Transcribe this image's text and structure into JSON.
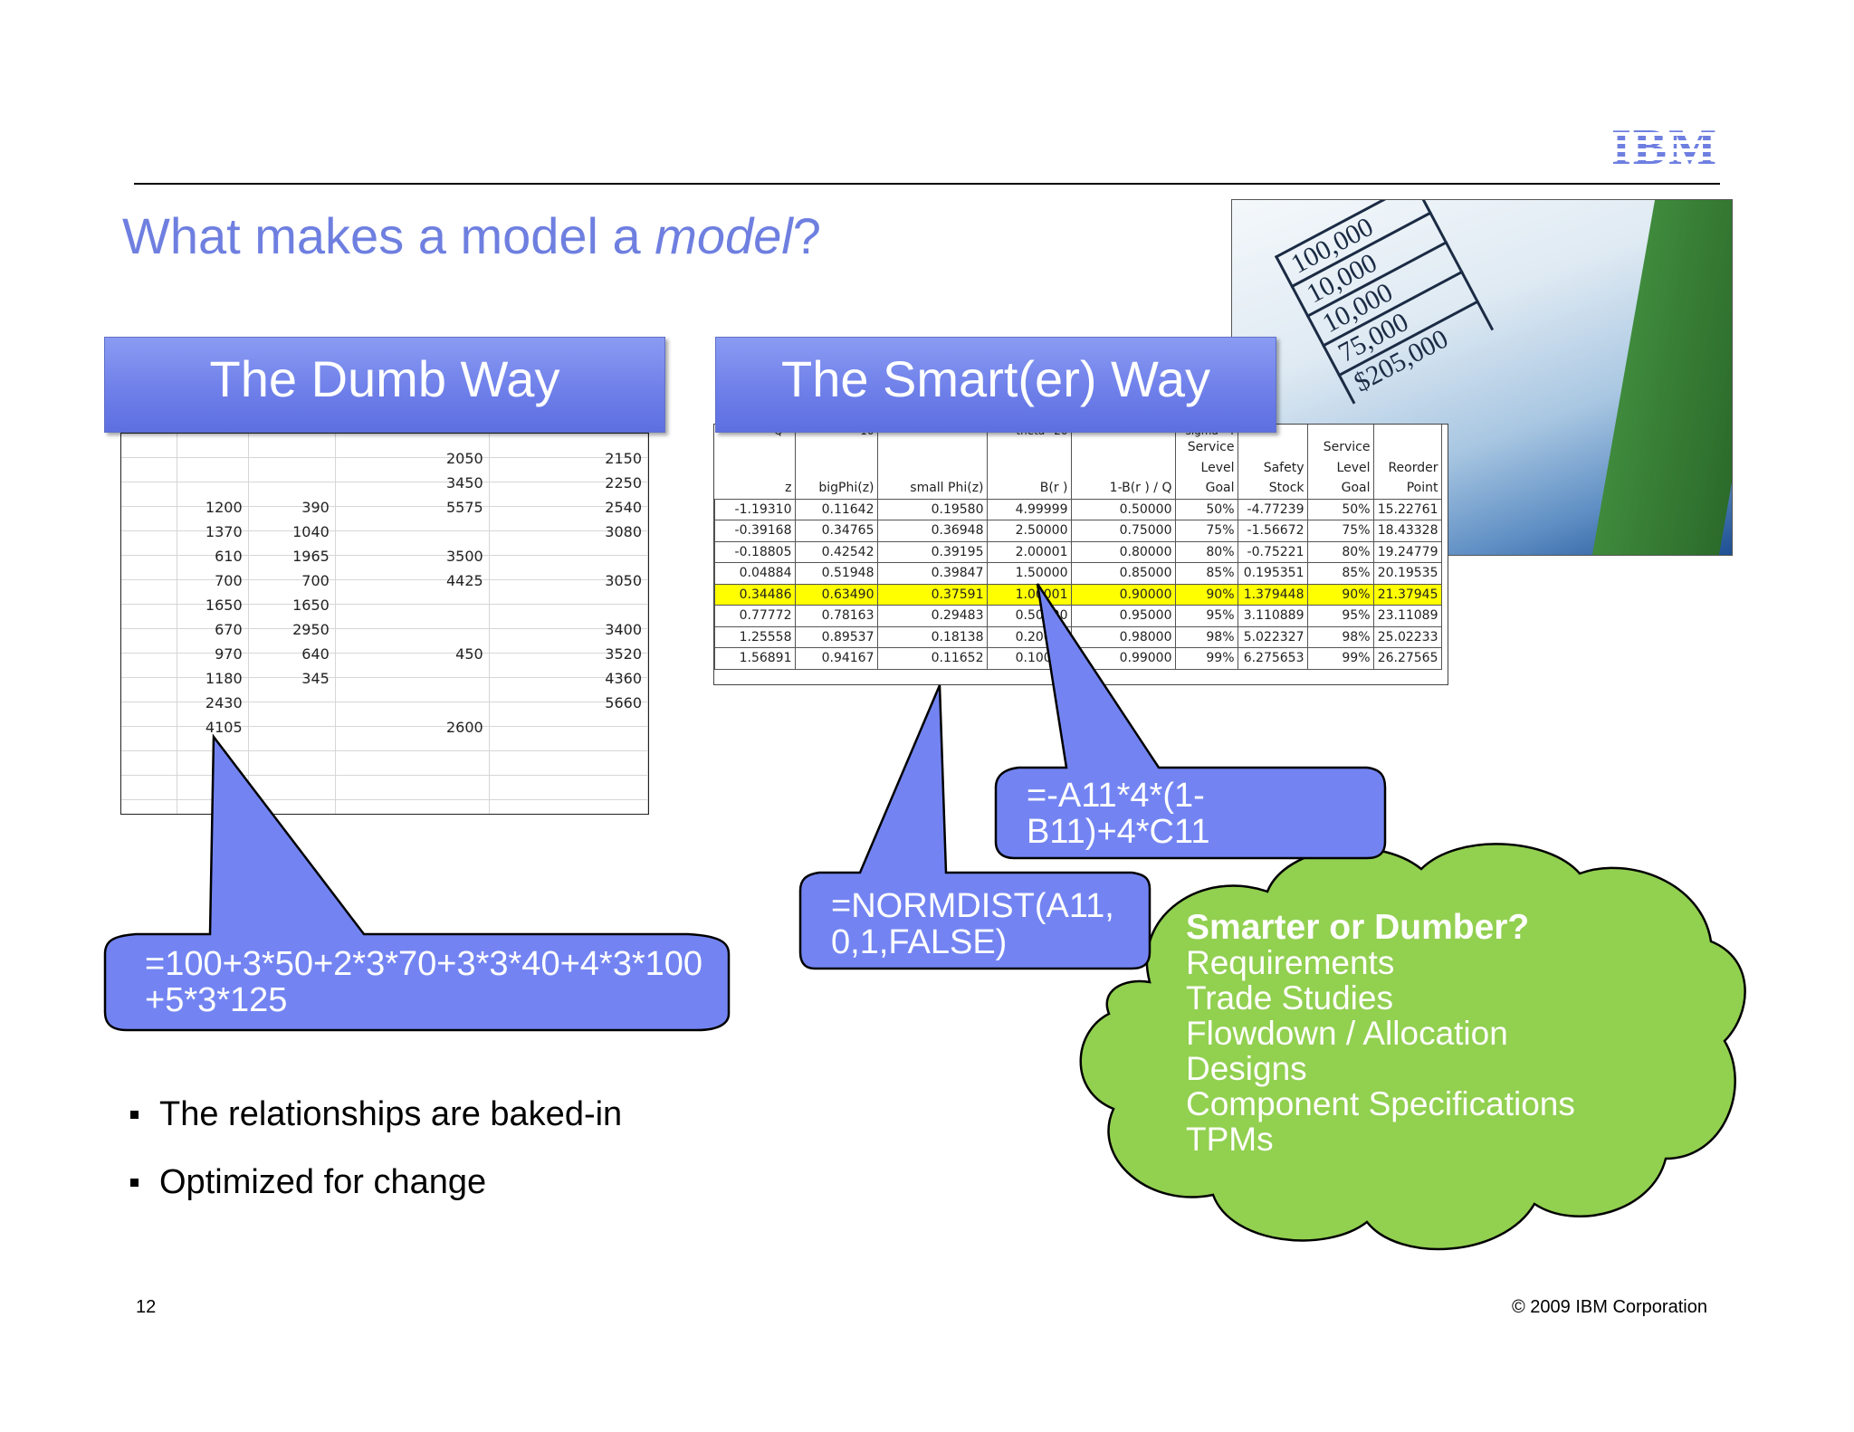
{
  "logo": "IBM",
  "title": {
    "prefix": "What makes a model a ",
    "emph": "model",
    "suffix": "?"
  },
  "photo_numbers": [
    "100,000",
    "10,000",
    "10,000",
    "75,000",
    "$205,000"
  ],
  "dumb": {
    "header": "The Dumb Way",
    "rows": [
      [
        "",
        "",
        "2050",
        "2150"
      ],
      [
        "",
        "",
        "3450",
        "2250"
      ],
      [
        "1200",
        "390",
        "5575",
        "2540"
      ],
      [
        "1370",
        "1040",
        "",
        "3080"
      ],
      [
        "610",
        "1965",
        "3500",
        ""
      ],
      [
        "700",
        "700",
        "4425",
        "3050"
      ],
      [
        "1650",
        "1650",
        "",
        ""
      ],
      [
        "670",
        "2950",
        "",
        "3400"
      ],
      [
        "970",
        "640",
        "450",
        "3520"
      ],
      [
        "1180",
        "345",
        "",
        "4360"
      ],
      [
        "2430",
        "",
        "",
        "5660"
      ],
      [
        "4105",
        "",
        "2600",
        ""
      ]
    ],
    "formula": "=100+3*50+2*3*70+3*3*40+4*3*100\n+5*3*125"
  },
  "smart": {
    "header": "The Smart(er) Way",
    "param_row": [
      "Q=",
      "10",
      "theta=",
      "20",
      "sigma=",
      "4"
    ],
    "header_rows": [
      [
        "",
        "",
        "",
        "",
        "",
        "Service",
        "",
        "Service",
        ""
      ],
      [
        "",
        "",
        "",
        "",
        "",
        "Level",
        "Safety",
        "Level",
        "Reorder"
      ],
      [
        "z",
        "bigPhi(z)",
        "small Phi(z)",
        "B(r )",
        "1-B(r ) / Q",
        "Goal",
        "Stock",
        "Goal",
        "Point"
      ]
    ],
    "rows": [
      [
        "-1.19310",
        "0.11642",
        "0.19580",
        "4.99999",
        "0.50000",
        "50%",
        "-4.77239",
        "50%",
        "15.22761"
      ],
      [
        "-0.39168",
        "0.34765",
        "0.36948",
        "2.50000",
        "0.75000",
        "75%",
        "-1.56672",
        "75%",
        "18.43328"
      ],
      [
        "-0.18805",
        "0.42542",
        "0.39195",
        "2.00001",
        "0.80000",
        "80%",
        "-0.75221",
        "80%",
        "19.24779"
      ],
      [
        "0.04884",
        "0.51948",
        "0.39847",
        "1.50000",
        "0.85000",
        "85%",
        "0.195351",
        "85%",
        "20.19535"
      ],
      [
        "0.34486",
        "0.63490",
        "0.37591",
        "1.00001",
        "0.90000",
        "90%",
        "1.379448",
        "90%",
        "21.37945"
      ],
      [
        "0.77772",
        "0.78163",
        "0.29483",
        "0.50000",
        "0.95000",
        "95%",
        "3.110889",
        "95%",
        "23.11089"
      ],
      [
        "1.25558",
        "0.89537",
        "0.18138",
        "0.20000",
        "0.98000",
        "98%",
        "5.022327",
        "98%",
        "25.02233"
      ],
      [
        "1.56891",
        "0.94167",
        "0.11652",
        "0.10000",
        "0.99000",
        "99%",
        "6.275653",
        "99%",
        "26.27565"
      ]
    ],
    "highlight_row": 4,
    "formula_1": "=-A11*4*(1-\nB11)+4*C11",
    "formula_2": "=NORMDIST(A11,\n0,1,FALSE)"
  },
  "cloud": {
    "heading": "Smarter or Dumber?",
    "items": [
      "Requirements",
      "Trade Studies",
      "Flowdown / Allocation",
      "Designs",
      "Component Specifications",
      "TPMs"
    ]
  },
  "bullets": [
    "The relationships are baked-in",
    "Optimized for change"
  ],
  "footer": {
    "page_number": "12",
    "copyright": "© 2009 IBM Corporation"
  },
  "colors": {
    "title": "#6e7fe0",
    "callout_fill": "#7384f2",
    "cloud_fill": "#92d050",
    "highlight": "#ffff00"
  }
}
